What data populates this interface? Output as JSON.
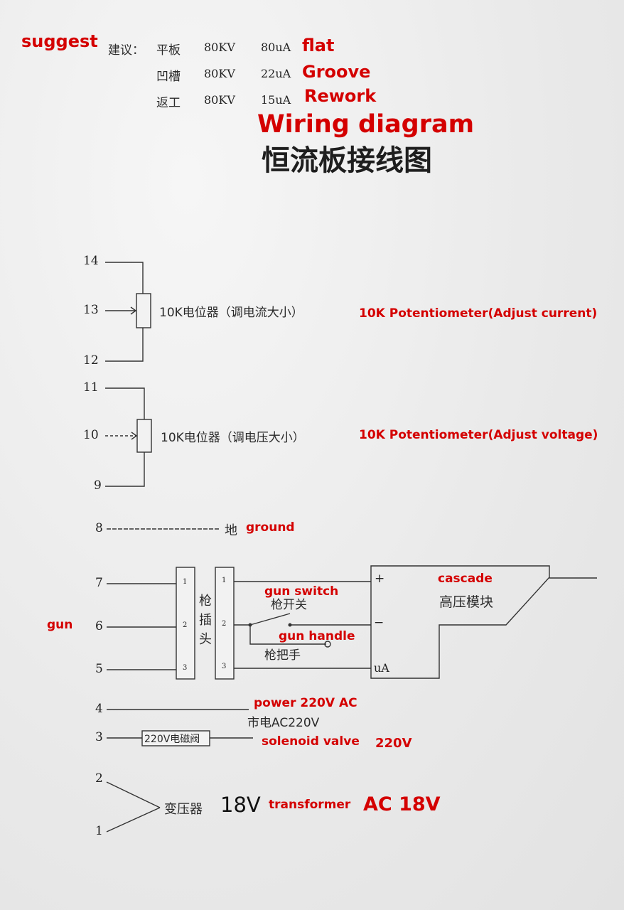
{
  "suggest": {
    "label_en": "suggest",
    "label_cn": "建议：",
    "rows": [
      {
        "cn": "平板",
        "kv": "80KV",
        "ua": "80uA",
        "en": "flat"
      },
      {
        "cn": "凹槽",
        "kv": "80KV",
        "ua": "22uA",
        "en": "Groove"
      },
      {
        "cn": "返工",
        "kv": "80KV",
        "ua": "15uA",
        "en": "Rework"
      }
    ]
  },
  "title": {
    "en": "Wiring diagram",
    "cn": "恒流板接线图"
  },
  "terminals": [
    "14",
    "13",
    "12",
    "11",
    "10",
    "9",
    "8",
    "7",
    "6",
    "5",
    "4",
    "3",
    "2",
    "1"
  ],
  "pot_current": {
    "cn": "10K电位器（调电流大小）",
    "en": "10K Potentiometer(Adjust current)"
  },
  "pot_voltage": {
    "cn": "10K电位器（调电压大小）",
    "en": "10K Potentiometer(Adjust voltage)"
  },
  "ground": {
    "cn": "地",
    "en": "ground"
  },
  "gun": {
    "label_en": "gun",
    "plug_cn": "枪插头",
    "pins": [
      "1",
      "2",
      "3"
    ],
    "switch_en": "gun switch",
    "switch_cn": "枪开关",
    "handle_en": "gun handle",
    "handle_cn": "枪把手"
  },
  "cascade": {
    "en": "cascade",
    "cn": "高压模块",
    "plus": "+",
    "minus": "−",
    "ua": "uA"
  },
  "power": {
    "en": "power 220V AC",
    "cn": "市电AC220V"
  },
  "solenoid": {
    "box": "220V电磁阀",
    "en": "solenoid valve",
    "volt": "220V"
  },
  "transformer": {
    "cn": "变压器",
    "volt": "18V",
    "en": "transformer",
    "en_volt": "AC 18V"
  }
}
